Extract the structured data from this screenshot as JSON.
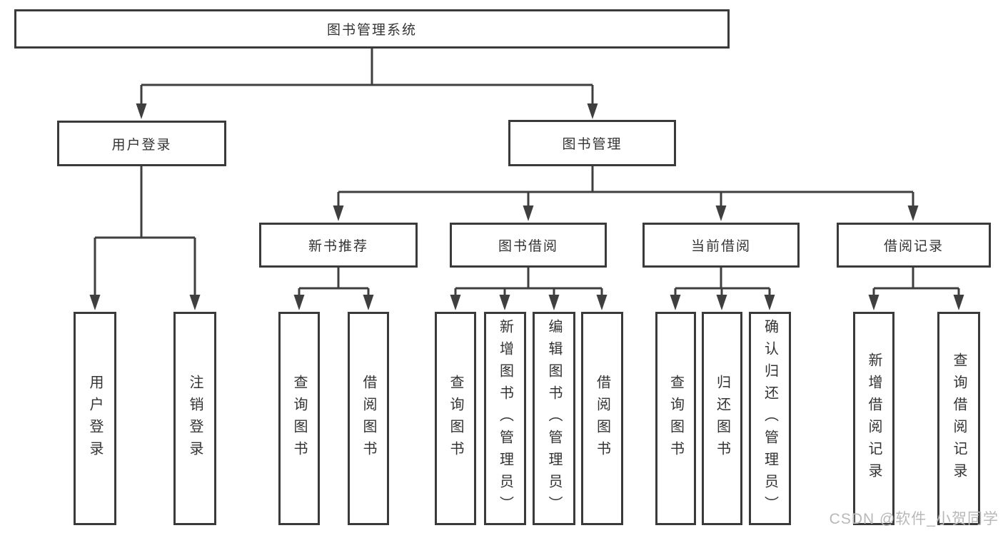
{
  "diagram": {
    "root": {
      "label": "图书管理系统"
    },
    "branches": [
      {
        "label": "用户登录",
        "children": [
          {
            "label": "用户登录"
          },
          {
            "label": "注销登录"
          }
        ]
      },
      {
        "label": "图书管理",
        "children": [
          {
            "label": "新书推荐",
            "children": [
              {
                "label": "查询图书"
              },
              {
                "label": "借阅图书"
              }
            ]
          },
          {
            "label": "图书借阅",
            "children": [
              {
                "label": "查询图书"
              },
              {
                "label": "新增图书（管理员）"
              },
              {
                "label": "编辑图书（管理员）"
              },
              {
                "label": "借阅图书"
              }
            ]
          },
          {
            "label": "当前借阅",
            "children": [
              {
                "label": "查询图书"
              },
              {
                "label": "归还图书"
              },
              {
                "label": "确认归还（管理员）"
              }
            ]
          },
          {
            "label": "借阅记录",
            "children": [
              {
                "label": "新增借阅记录"
              },
              {
                "label": "查询借阅记录"
              }
            ]
          }
        ]
      }
    ],
    "watermark": "CSDN @软件_小贺同学",
    "colors": {
      "line": "#3f3f3f",
      "border": "#3a3a3a",
      "text": "#333333",
      "fill": "#ffffff",
      "watermark": "#b8b8b8",
      "bg": "#ffffff"
    }
  }
}
